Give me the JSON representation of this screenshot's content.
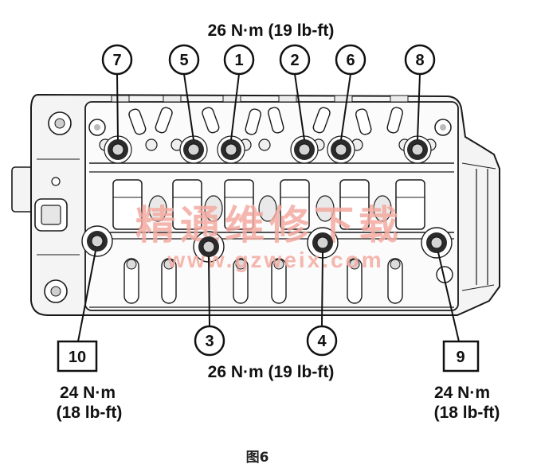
{
  "diagram": {
    "top_torque": "26 N·m (19 lb-ft)",
    "top_sequence": [
      "7",
      "5",
      "1",
      "2",
      "6",
      "8"
    ],
    "bottom_left_label": "10",
    "bottom_center_labels": [
      "3",
      "4"
    ],
    "bottom_right_label": "9",
    "bottom_center_torque": "26 N·m (19 lb-ft)",
    "left_torque": [
      "24 N·m",
      "(18 lb-ft)"
    ],
    "right_torque": [
      "24 N·m",
      "(18 lb-ft)"
    ],
    "caption": "图6"
  },
  "watermark": {
    "text": "精通维修下载",
    "url": "www.gzweix.com",
    "color": "#f3aaa0"
  },
  "colors": {
    "line": "#1a1a1a",
    "body": "#f4f4f4",
    "bolt": "#2b2b2b"
  }
}
